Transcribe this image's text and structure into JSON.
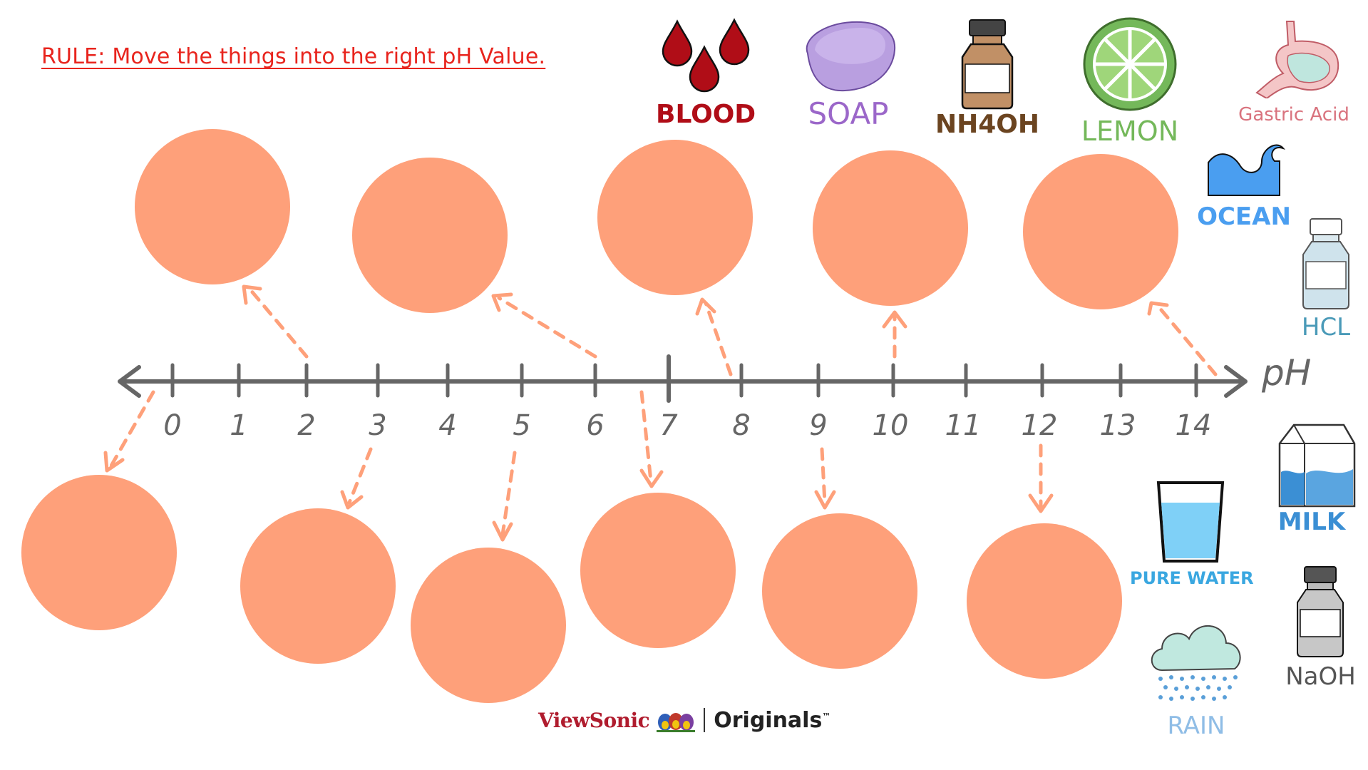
{
  "rule_text": "RULE: Move the things into the right pH Value.",
  "axis": {
    "label": "pH",
    "ticks": [
      "0",
      "1",
      "2",
      "3",
      "4",
      "5",
      "6",
      "7",
      "8",
      "9",
      "10",
      "11",
      "12",
      "13",
      "14"
    ]
  },
  "items": {
    "blood": {
      "label": "BLOOD",
      "color": "#b00d17",
      "icon": "blood-drops-icon"
    },
    "soap": {
      "label": "SOAP",
      "color": "#9b67c9",
      "icon": "soap-bar-icon"
    },
    "nh4oh": {
      "label": "NH4OH",
      "color": "#6b4420",
      "icon": "bottle-icon"
    },
    "lemon": {
      "label": "LEMON",
      "color": "#74b85a",
      "icon": "lemon-slice-icon"
    },
    "gastric_acid": {
      "label": "Gastric Acid",
      "color": "#d9737e",
      "icon": "stomach-icon"
    },
    "ocean": {
      "label": "OCEAN",
      "color": "#4a9ef0",
      "icon": "wave-icon"
    },
    "hcl": {
      "label": "HCL",
      "color": "#4a9ab8",
      "icon": "bottle-icon"
    },
    "milk": {
      "label": "MILK",
      "color": "#3b8fd4",
      "icon": "milk-carton-icon"
    },
    "pure_water": {
      "label": "PURE WATER",
      "color": "#3aa7e0",
      "icon": "water-glass-icon"
    },
    "naoh": {
      "label": "NaOH",
      "color": "#555555",
      "icon": "bottle-icon"
    },
    "rain": {
      "label": "RAIN",
      "color": "#8fbde6",
      "icon": "rain-cloud-icon"
    }
  },
  "colors": {
    "target_circle": "#fea07a",
    "arrow": "#fea07a",
    "axis": "#666666",
    "rule": "#e8241d"
  },
  "brand": {
    "company": "ViewSonic",
    "product": "Originals",
    "trademark": "™"
  }
}
